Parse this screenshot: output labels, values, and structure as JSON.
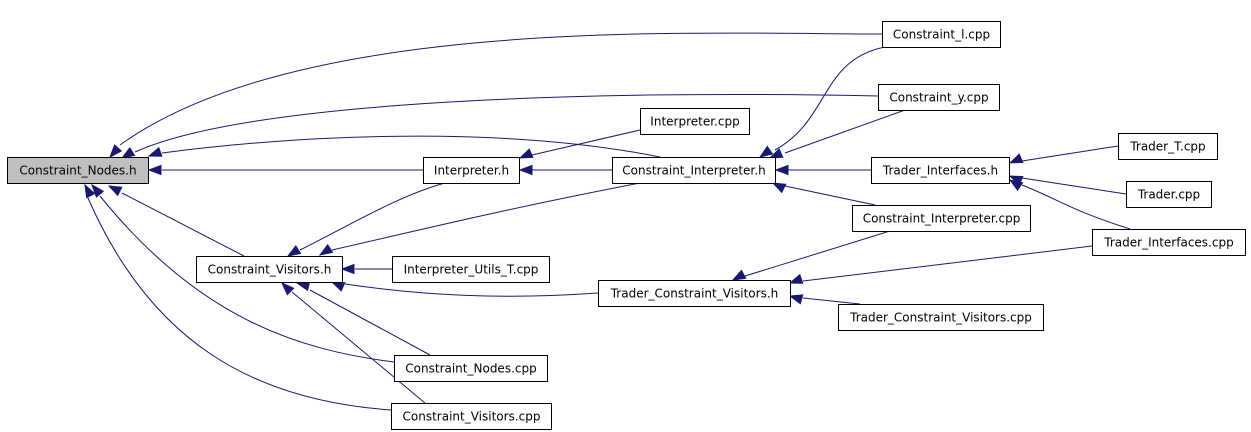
{
  "diagram": {
    "type": "include-dependency-graph",
    "colors": {
      "edge": "#191970",
      "root_fill": "#bfbfbf",
      "node_fill": "#ffffff",
      "border": "#000000"
    },
    "nodes": [
      {
        "id": "cn_h",
        "label": "Constraint_Nodes.h",
        "root": true
      },
      {
        "id": "cl_cpp",
        "label": "Constraint_l.cpp"
      },
      {
        "id": "cy_cpp",
        "label": "Constraint_y.cpp"
      },
      {
        "id": "ip_cpp",
        "label": "Interpreter.cpp"
      },
      {
        "id": "ip_h",
        "label": "Interpreter.h"
      },
      {
        "id": "ci_h",
        "label": "Constraint_Interpreter.h"
      },
      {
        "id": "ti_h",
        "label": "Trader_Interfaces.h"
      },
      {
        "id": "tt_cpp",
        "label": "Trader_T.cpp"
      },
      {
        "id": "tr_cpp",
        "label": "Trader.cpp"
      },
      {
        "id": "ci_cpp",
        "label": "Constraint_Interpreter.cpp"
      },
      {
        "id": "ti_cpp",
        "label": "Trader_Interfaces.cpp"
      },
      {
        "id": "cv_h",
        "label": "Constraint_Visitors.h"
      },
      {
        "id": "iu_cpp",
        "label": "Interpreter_Utils_T.cpp"
      },
      {
        "id": "tcv_h",
        "label": "Trader_Constraint_Visitors.h"
      },
      {
        "id": "tcv_cpp",
        "label": "Trader_Constraint_Visitors.cpp"
      },
      {
        "id": "cn_cpp",
        "label": "Constraint_Nodes.cpp"
      },
      {
        "id": "cv_cpp",
        "label": "Constraint_Visitors.cpp"
      }
    ],
    "edges": [
      {
        "from": "cl_cpp",
        "to": "cn_h"
      },
      {
        "from": "cy_cpp",
        "to": "cn_h"
      },
      {
        "from": "ci_h",
        "to": "cn_h"
      },
      {
        "from": "ip_h",
        "to": "cn_h"
      },
      {
        "from": "cv_h",
        "to": "cn_h"
      },
      {
        "from": "cn_cpp",
        "to": "cn_h"
      },
      {
        "from": "cv_cpp",
        "to": "cn_h"
      },
      {
        "from": "ip_cpp",
        "to": "ip_h"
      },
      {
        "from": "ci_h",
        "to": "ip_h"
      },
      {
        "from": "cl_cpp",
        "to": "ci_h"
      },
      {
        "from": "cy_cpp",
        "to": "ci_h"
      },
      {
        "from": "ti_h",
        "to": "ci_h"
      },
      {
        "from": "ci_cpp",
        "to": "ci_h"
      },
      {
        "from": "tt_cpp",
        "to": "ti_h"
      },
      {
        "from": "tr_cpp",
        "to": "ti_h"
      },
      {
        "from": "ti_cpp",
        "to": "ti_h"
      },
      {
        "from": "ip_h",
        "to": "cv_h"
      },
      {
        "from": "ci_h",
        "to": "cv_h"
      },
      {
        "from": "iu_cpp",
        "to": "cv_h"
      },
      {
        "from": "tcv_h",
        "to": "cv_h"
      },
      {
        "from": "cn_cpp",
        "to": "cv_h"
      },
      {
        "from": "cv_cpp",
        "to": "cv_h"
      },
      {
        "from": "ci_cpp",
        "to": "tcv_h"
      },
      {
        "from": "ti_cpp",
        "to": "tcv_h"
      },
      {
        "from": "tcv_cpp",
        "to": "tcv_h"
      }
    ]
  }
}
